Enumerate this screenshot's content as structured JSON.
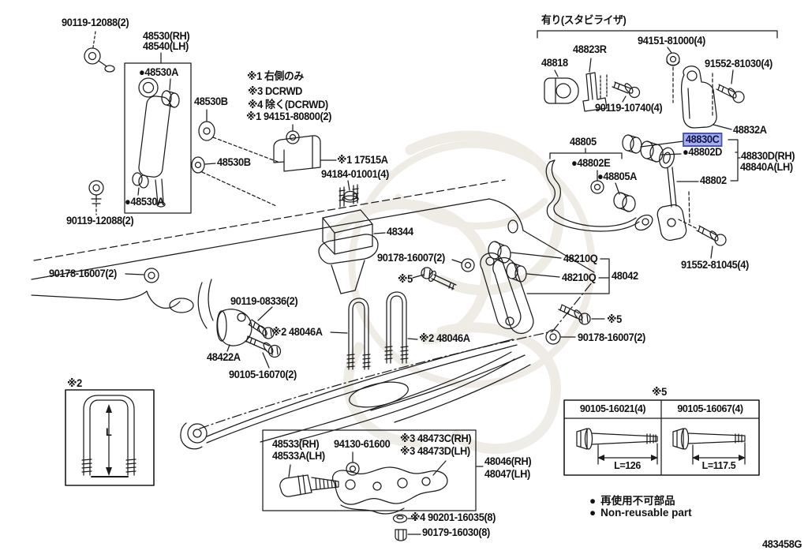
{
  "header": {
    "stabilizer_note": "有り(スタビライザ)"
  },
  "footer": {
    "code": "483458G"
  },
  "highlight": {
    "fill": "#a9b0e8",
    "border": "#4253cc",
    "text": "#10124f"
  },
  "legend": {
    "bullet": "●",
    "ja": "再使用不可部品",
    "en": "Non-reusable part"
  },
  "inset": {
    "note": "※2",
    "dim": "L"
  },
  "bolt_table": {
    "note": "※5",
    "columns": [
      {
        "part": "90105-16021(4)",
        "length": "L=126"
      },
      {
        "part": "90105-16067(4)",
        "length": "L=117.5"
      }
    ]
  },
  "labels": {
    "bolt_90119_12088_top": "90119-12088(2)",
    "shock_48530_rh": "48530(RH)",
    "shock_48540_lh": "48540(LH)",
    "bushing_48530a_top": "●48530A",
    "grommet_48530b_1": "48530B",
    "grommet_48530b_2": "48530B",
    "bushing_48530a_bottom": "●48530A",
    "bolt_90119_12088_bottom": "90119-12088(2)",
    "note_1": "※1 右側のみ",
    "note_3": "※3 DCRWD",
    "note_4": "※4 除く(DCRWD)",
    "nut_94151_80800": "※1 94151-80800(2)",
    "bracket_17515a": "※1 17515A",
    "nut_94184_01001": "94184-01001(4)",
    "cushion_48344": "48344",
    "nut_90178_left": "90178-16007(2)",
    "bolt_90119_08336": "90119-08336(2)",
    "spacer_48422a": "48422A",
    "bolt_90105_16070": "90105-16070(2)",
    "ubolt_48046a_left": "※2 48046A",
    "ubolt_48046a_right": "※2 48046A",
    "nut_90178_mid": "90178-16007(2)",
    "star5_mid": "※5",
    "bush_48210q_1": "48210Q",
    "bush_48210q_2": "48210Q",
    "shackle_48042": "48042",
    "star5_right": "※5",
    "nut_90178_right": "90178-16007(2)",
    "nut_94151_81000": "94151-81000(4)",
    "bracket_48823r": "48823R",
    "bush_48818": "48818",
    "bolt_91552_81030": "91552-81030(4)",
    "bolt_90119_10740": "90119-10740(4)",
    "bracket_48832a": "48832A",
    "bar_48805": "48805",
    "bush_48802e": "●48802E",
    "bush_48805a": "●48805A",
    "link_48830c": "48830C",
    "bush_48802d": "●48802D",
    "link_48830d_rh": "48830D(RH)",
    "link_48840a_lh": "48840A(LH)",
    "link_48802": "48802",
    "bolt_91552_81045": "91552-81045(4)",
    "pin_48533_rh": "48533(RH)",
    "pin_48533a_lh": "48533A(LH)",
    "grommet_94130_61600": "94130-61600",
    "arm_48473c_rh": "※3 48473C(RH)",
    "arm_48473d_lh": "※3 48473D(LH)",
    "spring_48046_rh": "48046(RH)",
    "spring_48047_lh": "48047(LH)",
    "nut_90201_16035": "※4 90201-16035(8)",
    "nut_90179_16030": "90179-16030(8)"
  }
}
